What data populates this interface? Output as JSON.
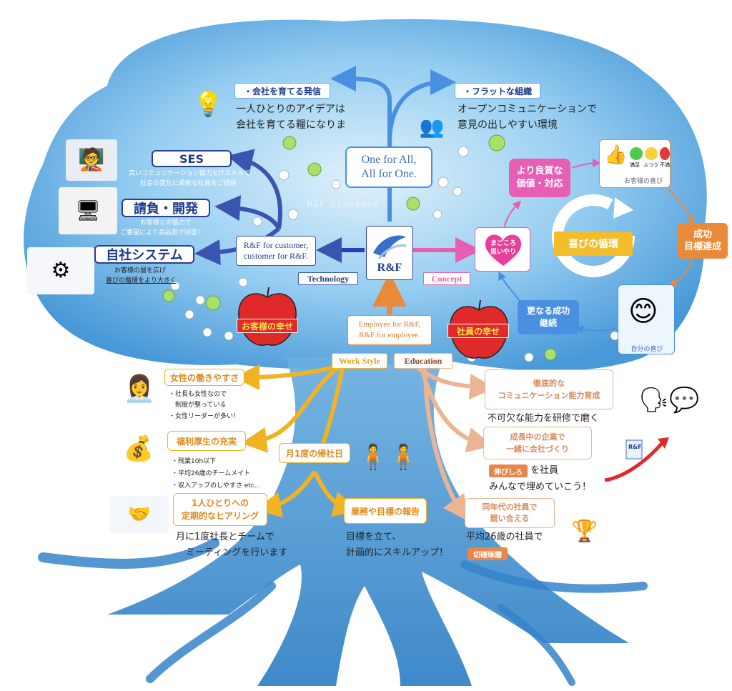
{
  "top": {
    "company_growth": {
      "title": "・会社を育てる発信",
      "line1": "一人ひとりのアイデアは",
      "line2": "会社を育てる糧になりま"
    },
    "flat_org": {
      "title": "・フラットな組織",
      "line1": "オープンコミュニケーションで",
      "line2": "意見の出しやすい環境"
    },
    "motto": {
      "line1": "One for All,",
      "line2": "All for One."
    },
    "standard_label": "R&F Standard"
  },
  "technology": {
    "ses": {
      "title": "SES",
      "line1": "高いコミュニケーション能力とITスキルで",
      "line2": "社会の変化に柔軟な社員をご提供"
    },
    "contract": {
      "title": "請負・開発",
      "line1": "お客様との協力で",
      "line2": "ご要望により高品質で回答！"
    },
    "own_system": {
      "title": "自社システム",
      "line1": "お客様の層を広げ",
      "line2": "喜びの循環をより大きく"
    },
    "for_customer": {
      "line1": "R&F for customer,",
      "line2": "customer for R&F."
    },
    "label": "Technology",
    "customer_happiness": "お客様の幸せ"
  },
  "center": {
    "logo": "R&F",
    "employee": {
      "line1": "Employee  for R&F,",
      "line2": "R&F for employee."
    }
  },
  "concept": {
    "label": "Concept",
    "heart": {
      "line1": "まごころ",
      "line2": "思いやり"
    },
    "better_value": {
      "line1": "より良質な",
      "line2": "価値・対応"
    },
    "customer_joy": "お客様の喜び",
    "faces": [
      "満足",
      "ふつう",
      "不満"
    ],
    "cycle": "喜びの循環",
    "success": {
      "line1": "成功",
      "line2": "目標達成"
    },
    "further": {
      "line1": "更なる成功",
      "line2": "継続"
    },
    "self_joy": "自分の喜び",
    "employee_happiness": "社員の幸せ"
  },
  "work_style": {
    "label": "Work Style",
    "women": {
      "title": "女性の働きやすさ",
      "items": [
        "・社長も女性なので",
        "　制度が整っている",
        "・女性リーダーが多い！"
      ]
    },
    "welfare": {
      "title": "福利厚生の充実",
      "items": [
        "・残業10h以下",
        "・平均26歳のチームメイト",
        "・収入アップのしやすさ etc..."
      ]
    },
    "monthly": "月1度の帰社日",
    "hearing": {
      "line1": "1人ひとりへの",
      "line2": "定期的なヒアリング",
      "desc1": "月に1度社長とチームで",
      "desc2": "ミーティングを行います"
    },
    "report": {
      "title": "業務や目標の報告",
      "desc1": "目標を立て、",
      "desc2": "計画的にスキルアップ！"
    }
  },
  "education": {
    "label": "Education",
    "communication": {
      "line1": "徹底的な",
      "line2": "コミュニケーション能力育成",
      "desc": "不可欠な能力を研修で磨く"
    },
    "growing": {
      "line1": "成長中の企業で",
      "line2": "一緒に会社づくり",
      "tag": "伸びしろ",
      "desc1": "を社員",
      "desc2": "みんなで埋めていこう！"
    },
    "peers": {
      "line1": "同年代の社員で",
      "line2": "競い合える",
      "desc": "平均26歳の社員で",
      "tag": "切磋琢磨"
    },
    "badge_text": "R&F"
  },
  "colors": {
    "tree_blue": "#4fa3dd",
    "arrow_blue": "#4a90e2",
    "arrow_navy": "#3a55b0",
    "arrow_pink": "#e75fb5",
    "arrow_orange": "#e98a3a",
    "gold": "#f0b323",
    "peach": "#ebb594",
    "apple_red": "#e02a2a",
    "cycle_gold": "#f2bc2a"
  }
}
